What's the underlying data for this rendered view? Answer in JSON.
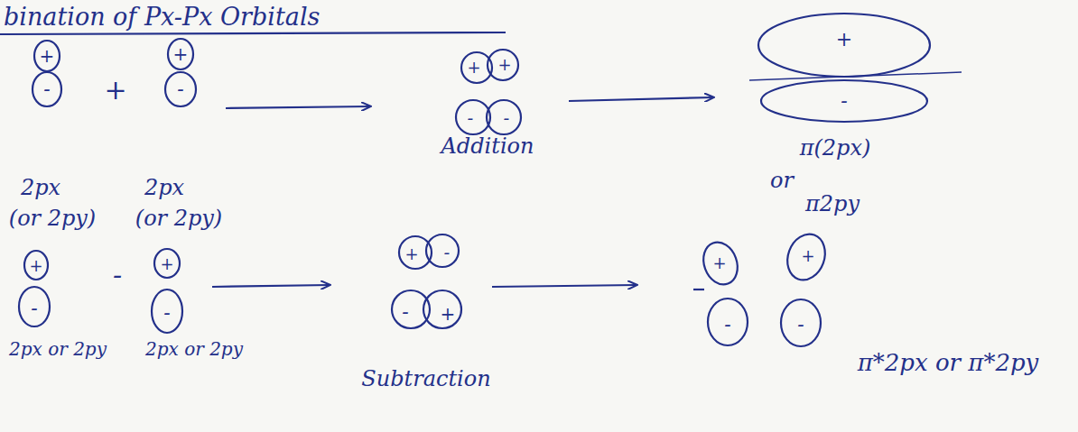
{
  "diagram": {
    "title": "bination of Px-Px Orbitals",
    "labels": [
      "+",
      "-",
      "+",
      "+",
      "-",
      "2px",
      "(or 2py)",
      "2px",
      "(or 2py)",
      "+",
      "+",
      "-",
      "-",
      "Addition",
      "+",
      "-",
      "π(2px)",
      "or",
      "π2py",
      "+",
      "-",
      "-",
      "+",
      "-",
      "2px or 2py",
      "2px or 2py",
      "+",
      "-",
      "-",
      "+",
      "Subtraction",
      "+",
      "-",
      "+",
      "-",
      "π*2px or π*2py"
    ]
  }
}
